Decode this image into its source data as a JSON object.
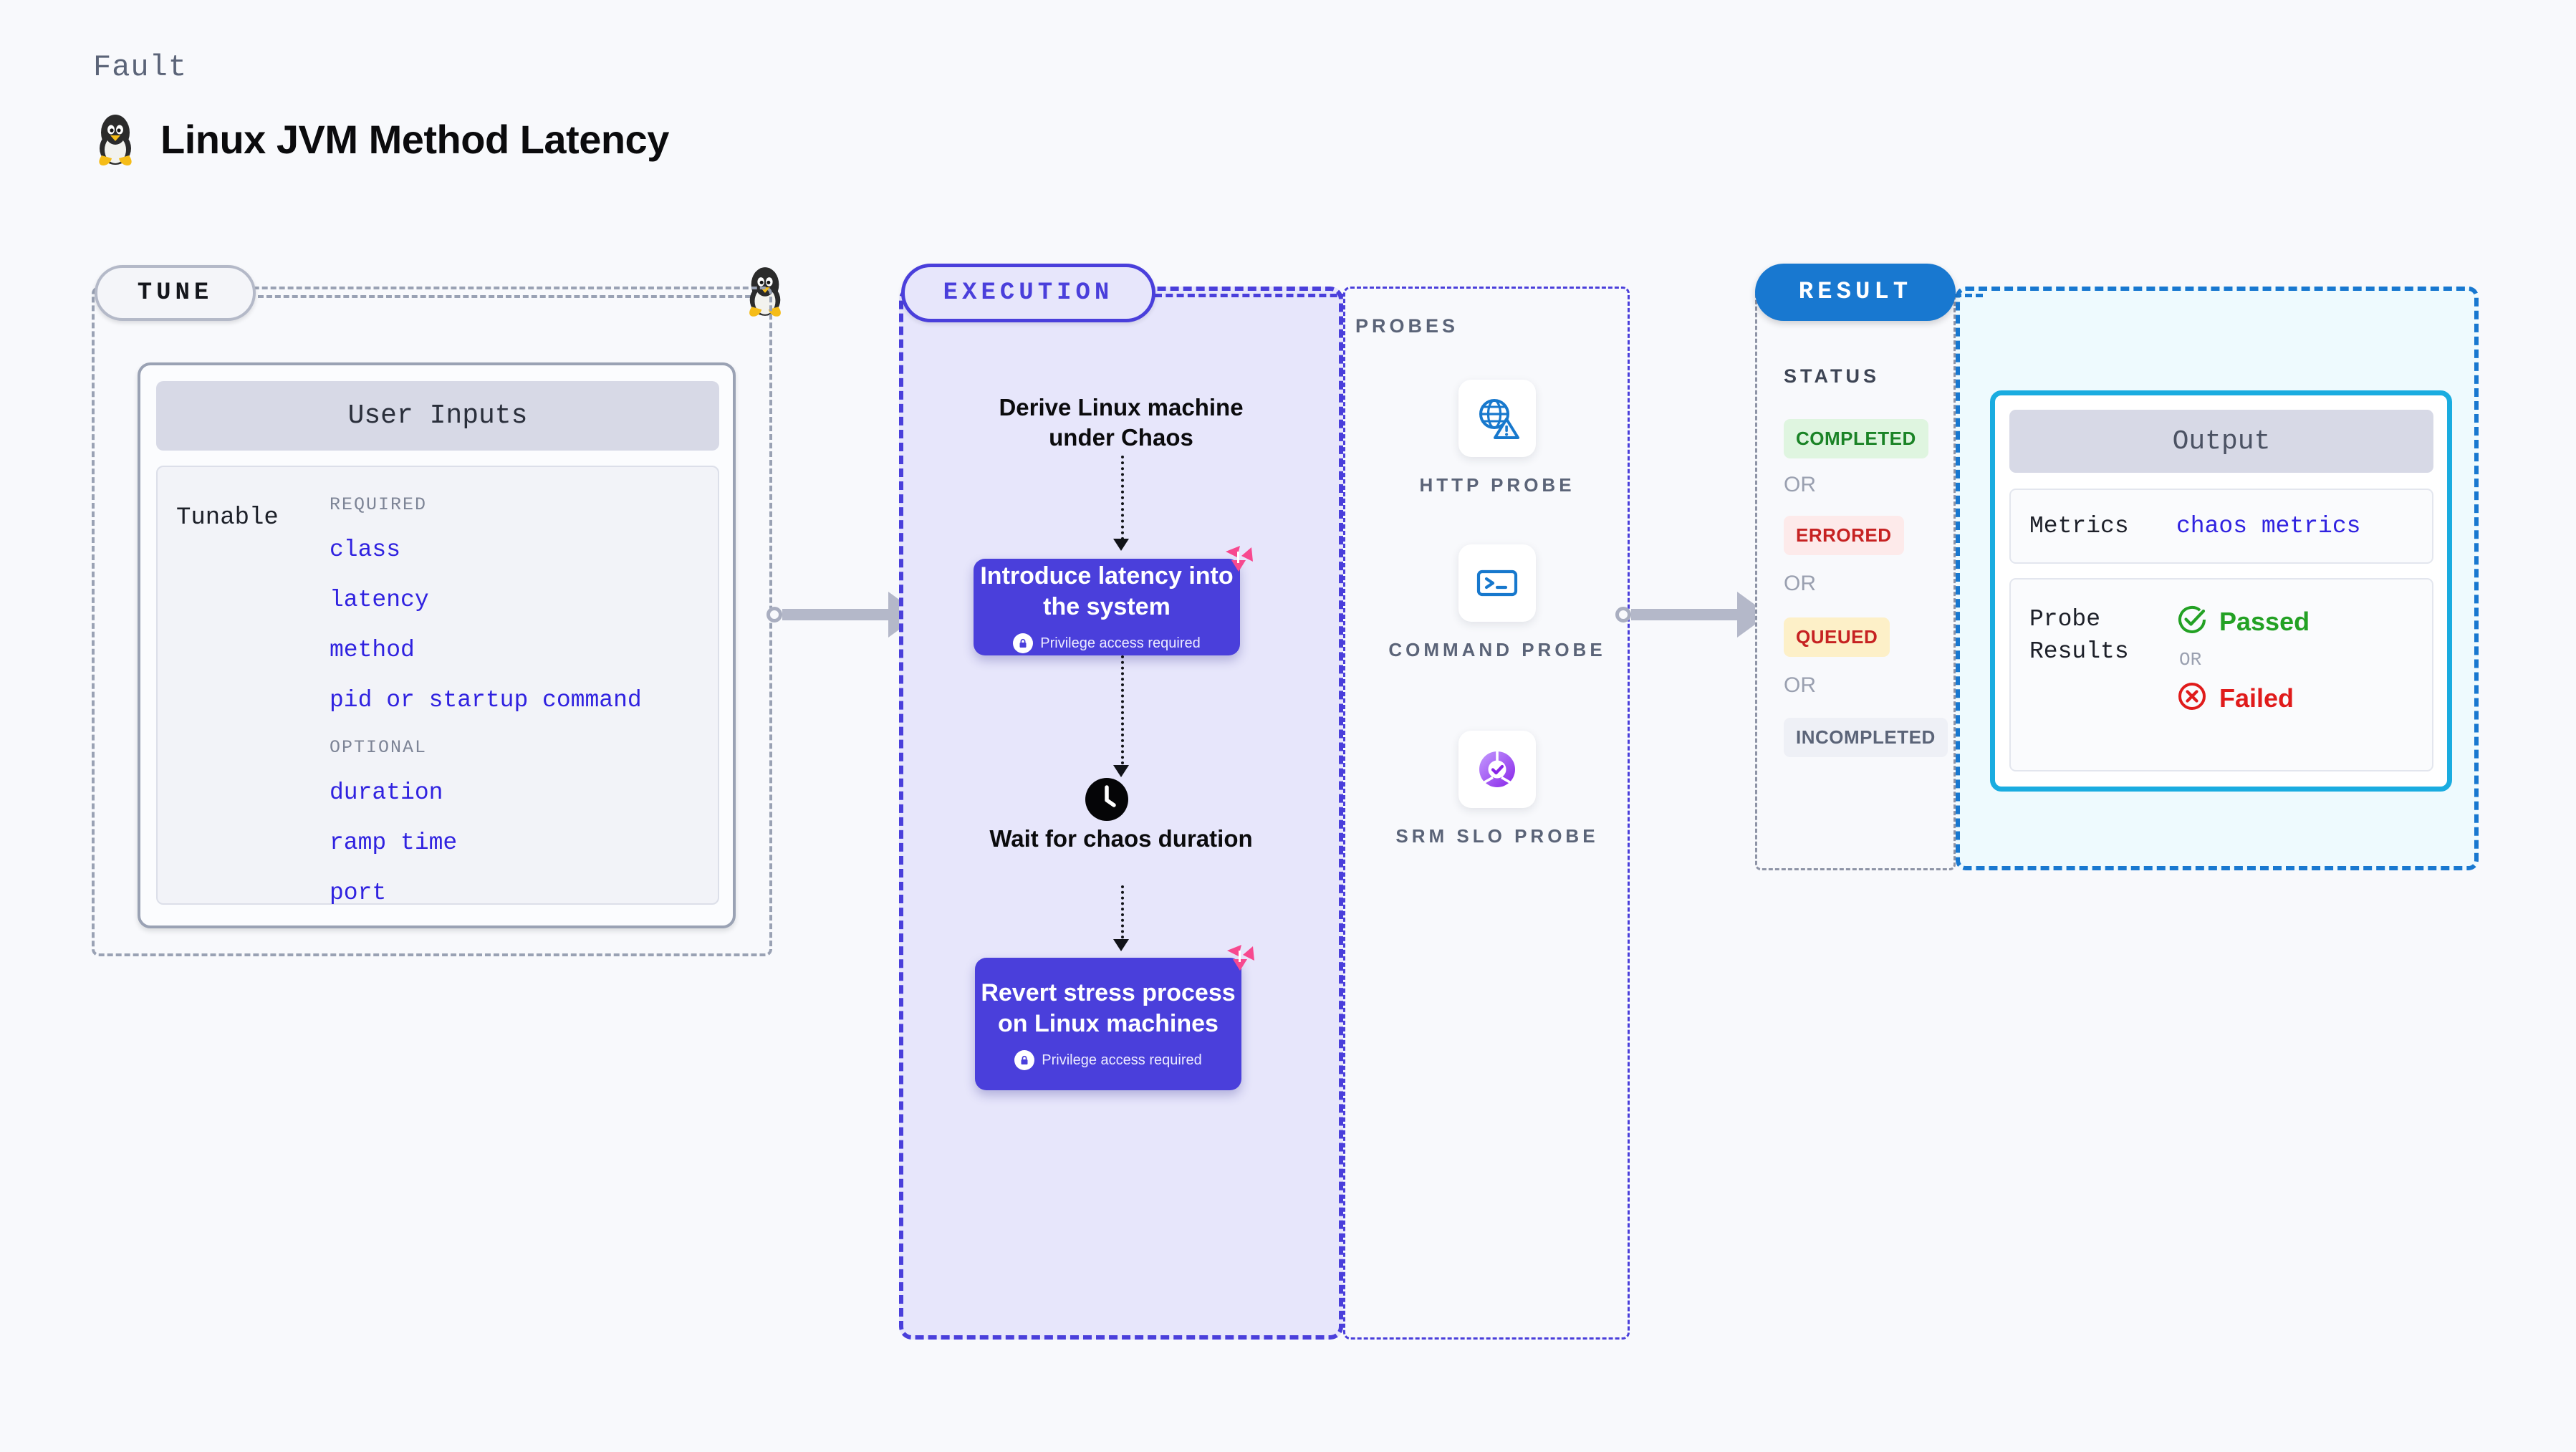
{
  "header": {
    "eyebrow": "Fault",
    "title": "Linux JVM Method Latency",
    "icon": "linux-penguin-icon"
  },
  "stages": {
    "tune": {
      "label": "TUNE"
    },
    "execution": {
      "label": "EXECUTION"
    },
    "probes": {
      "label": "PROBES"
    },
    "result": {
      "label": "RESULT"
    }
  },
  "tune": {
    "card_title": "User Inputs",
    "tunable_label": "Tunable",
    "required_heading": "REQUIRED",
    "required_params": [
      "class",
      "latency",
      "method",
      "pid or startup command"
    ],
    "optional_heading": "OPTIONAL",
    "optional_params": [
      "duration",
      "ramp time",
      "port"
    ]
  },
  "execution": {
    "step1_caption": "Derive Linux machine under Chaos",
    "box1_title": "Introduce latency into the system",
    "box1_privilege": "Privilege access required",
    "step2_caption": "Wait for chaos duration",
    "step2_icon": "clock-icon",
    "box2_title": "Revert stress process on Linux machines",
    "box2_privilege": "Privilege access required"
  },
  "probes": {
    "title": "PROBES",
    "items": [
      {
        "label": "HTTP  PROBE",
        "icon": "globe-warning-icon"
      },
      {
        "label": "COMMAND PROBE",
        "icon": "terminal-icon"
      },
      {
        "label": "SRM  SLO PROBE",
        "icon": "slo-gauge-check-icon"
      }
    ]
  },
  "result": {
    "status_title": "STATUS",
    "or_label": "OR",
    "statuses": [
      {
        "label": "COMPLETED",
        "bg": "#dff5e0",
        "fg": "#1a8326"
      },
      {
        "label": "ERRORED",
        "bg": "#fdeaea",
        "fg": "#c62222"
      },
      {
        "label": "QUEUED",
        "bg": "#fdf0c8",
        "fg": "#c62222"
      },
      {
        "label": "INCOMPLETED",
        "bg": "#eef0f6",
        "fg": "#5b6478"
      }
    ],
    "output": {
      "title": "Output",
      "metrics_label": "Metrics",
      "metrics_value": "chaos metrics",
      "probe_results_label": "Probe Results",
      "passed_label": "Passed",
      "failed_label": "Failed",
      "or_label": "OR"
    }
  },
  "colors": {
    "accent_purple": "#4a3fdb",
    "accent_blue": "#1878d0",
    "accent_cyan": "#1aace0",
    "param_blue": "#3022e0",
    "pass_green": "#1a8326",
    "fail_red": "#c62222",
    "badge_pink": "#f7498f",
    "page_bg": "#f8f9fc"
  }
}
